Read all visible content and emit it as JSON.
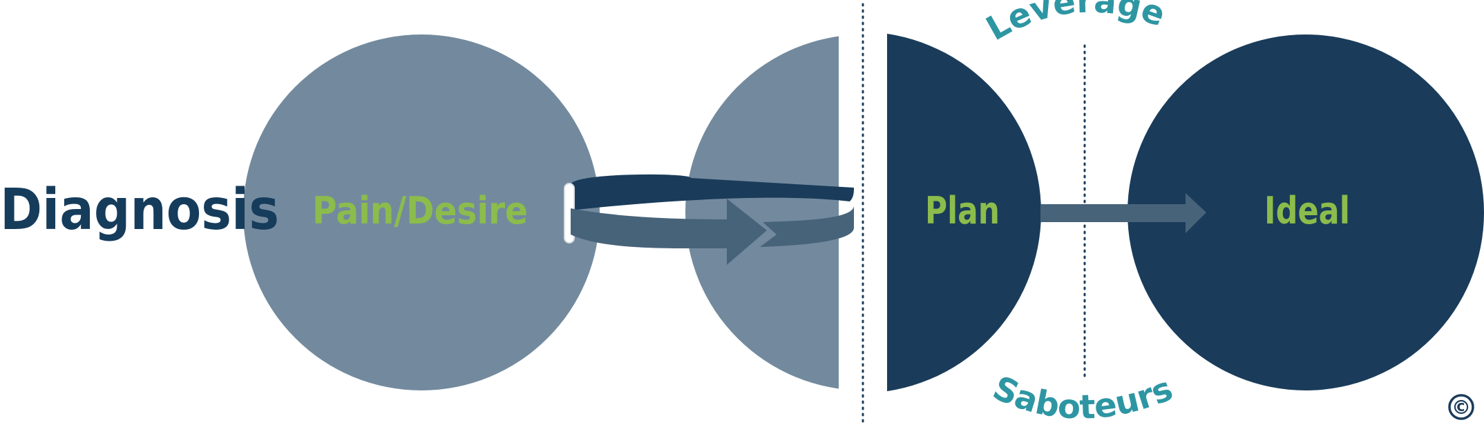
{
  "diagram": {
    "title": "Diagnosis",
    "nodes": {
      "pain_desire": "Pain/Desire",
      "plan": "Plan",
      "ideal": "Ideal"
    },
    "arc_labels": {
      "leverage": "Leverage",
      "saboteurs": "Saboteurs"
    },
    "copyright": "©",
    "colors": {
      "light_slate": "#738a9e",
      "dark_navy": "#1a3c5a",
      "arrow": "#476379",
      "green_text": "#8cbc4c",
      "teal_text": "#2e96a3",
      "title_text": "#163c5c"
    }
  }
}
